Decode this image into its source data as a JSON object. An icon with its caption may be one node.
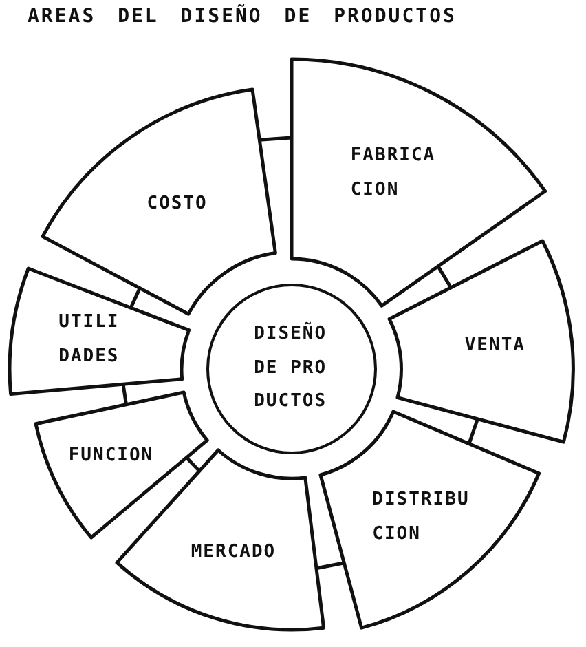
{
  "diagram": {
    "title": "AREAS DEL DISEÑO DE PRODUCTOS",
    "nodes": [
      {
        "text": [
          "COSTO"
        ]
      },
      {
        "text": [
          "FABRICA CION"
        ]
      },
      {
        "text": [
          "UTILI DADES"
        ]
      },
      {
        "text": [
          "DISEÑO DE PRO DUCTOS"
        ]
      },
      {
        "text": [
          "VENTA"
        ]
      },
      {
        "text": [
          "FUNCION"
        ]
      },
      {
        "text": [
          "MERCADO"
        ]
      },
      {
        "text": [
          "DISTRIBU CION"
        ]
      }
    ],
    "edges": [
      {
        "from": 0,
        "to": 1,
        "arrow": "none"
      },
      {
        "from": 1,
        "to": 4,
        "arrow": "none"
      },
      {
        "from": 4,
        "to": 7,
        "arrow": "none"
      },
      {
        "from": 7,
        "to": 6,
        "arrow": "none"
      },
      {
        "from": 6,
        "to": 5,
        "arrow": "none"
      },
      {
        "from": 5,
        "to": 2,
        "arrow": "none"
      },
      {
        "from": 2,
        "to": 0,
        "arrow": "none"
      }
    ]
  }
}
